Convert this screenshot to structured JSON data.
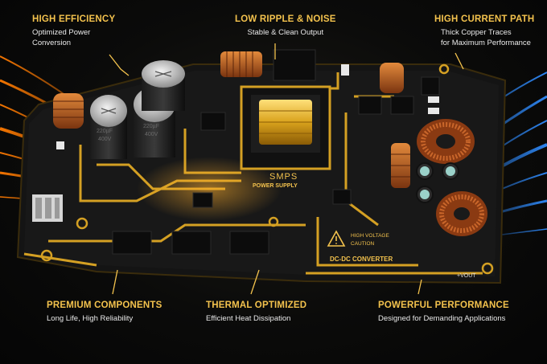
{
  "callouts": {
    "efficiency": {
      "title": "HIGH EFFICIENCY",
      "line1": "Optimized Power",
      "line2": "Conversion"
    },
    "ripple": {
      "title": "LOW RIPPLE & NOISE",
      "line1": "Stable & Clean Output"
    },
    "current": {
      "title": "HIGH CURRENT PATH",
      "line1": "Thick Copper Traces",
      "line2": "for Maximum Performance"
    },
    "components": {
      "title": "PREMIUM COMPONENTS",
      "line1": "Long Life, High Reliability"
    },
    "thermal": {
      "title": "THERMAL OPTIMIZED",
      "line1": "Efficient Heat Dissipation"
    },
    "performance": {
      "title": "POWERFUL PERFORMANCE",
      "line1": "Designed for Demanding Applications"
    }
  },
  "board": {
    "smps_label": "SMPS",
    "power_supply_label": "POWER SUPPLY",
    "high_voltage_label": "HIGH VOLTAGE",
    "caution_label": "CAUTION",
    "converter_label": "DC-DC CONVERTER",
    "vout_label": "+VOUT",
    "cap_label_1": "220µF",
    "cap_label_2": "400V"
  },
  "colors": {
    "accent_gold": "#f3c24d",
    "glow_orange": "#ff8a1c",
    "glow_blue": "#2f8cff",
    "pcb_black": "#151515",
    "trace_gold": "#d4a023"
  }
}
